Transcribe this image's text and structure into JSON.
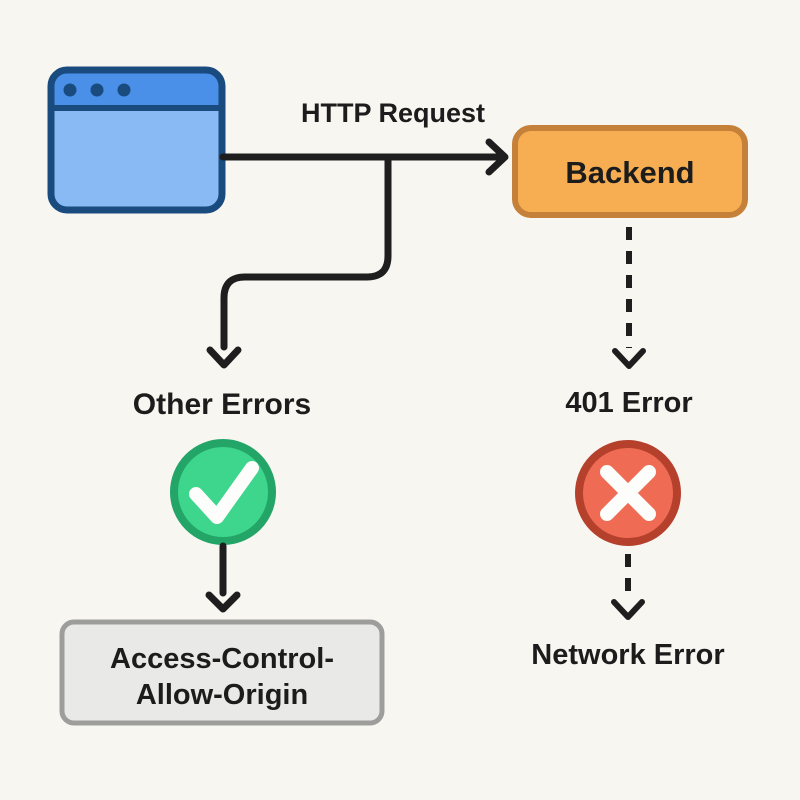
{
  "canvas": {
    "background": "#F8F6F1",
    "line_color": "#1E1E1E",
    "text_color": "#1C1C1C"
  },
  "browser_icon": {
    "kind": "browser-window",
    "body_fill": "#8ABAF3",
    "titlebar_fill": "#4A8FE8",
    "border": "#1A4B7E"
  },
  "flow": {
    "request_label": "HTTP Request",
    "backend": {
      "label": "Backend",
      "fill": "#F7AE52",
      "border": "#C5803A"
    },
    "branch_right": {
      "label": "401 Error",
      "status_icon": "cross-circle",
      "icon_fill": "#EF6B54",
      "icon_border": "#B5402C",
      "icon_glyph_color": "#FDFDFB",
      "outcome": "Network Error"
    },
    "branch_left": {
      "label": "Other Errors",
      "status_icon": "check-circle",
      "icon_fill": "#3DD68C",
      "icon_border": "#22A567",
      "icon_glyph_color": "#FDFDFB",
      "outcome_line1": "Access-Control-",
      "outcome_line2": "Allow-Origin",
      "outcome_fill": "#E9E9E7",
      "outcome_border": "#9D9D9B"
    }
  }
}
